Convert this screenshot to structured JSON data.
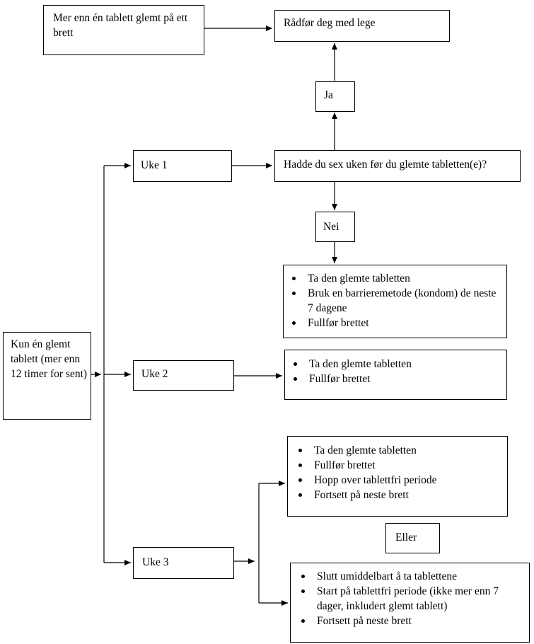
{
  "boxes": {
    "more_than_one": "Mer enn én tablett glemt på ett brett",
    "consult_doctor": "Rådfør deg med lege",
    "yes": "Ja",
    "week1": "Uke 1",
    "sex_question": "Hadde du sex uken før du glemte tabletten(e)?",
    "no": "Nei",
    "only_one": "Kun én glemt tablett (mer enn 12 timer for sent)",
    "week2": "Uke 2",
    "week3": "Uke 3",
    "or": "Eller"
  },
  "lists": {
    "week1_actions": [
      "Ta den glemte tabletten",
      "Bruk en barrieremetode (kondom) de neste 7 dagene",
      "Fullfør brettet"
    ],
    "week2_actions": [
      "Ta den glemte tabletten",
      "Fullfør brettet"
    ],
    "week3_option_a": [
      "Ta den glemte tabletten",
      "Fullfør brettet",
      "Hopp over tablettfri periode",
      "Fortsett på neste brett"
    ],
    "week3_option_b": [
      "Slutt umiddelbart å ta tablettene",
      "Start på tablettfri periode (ikke mer enn 7 dager, inkludert glemt tablett)",
      "Fortsett på neste brett"
    ]
  }
}
